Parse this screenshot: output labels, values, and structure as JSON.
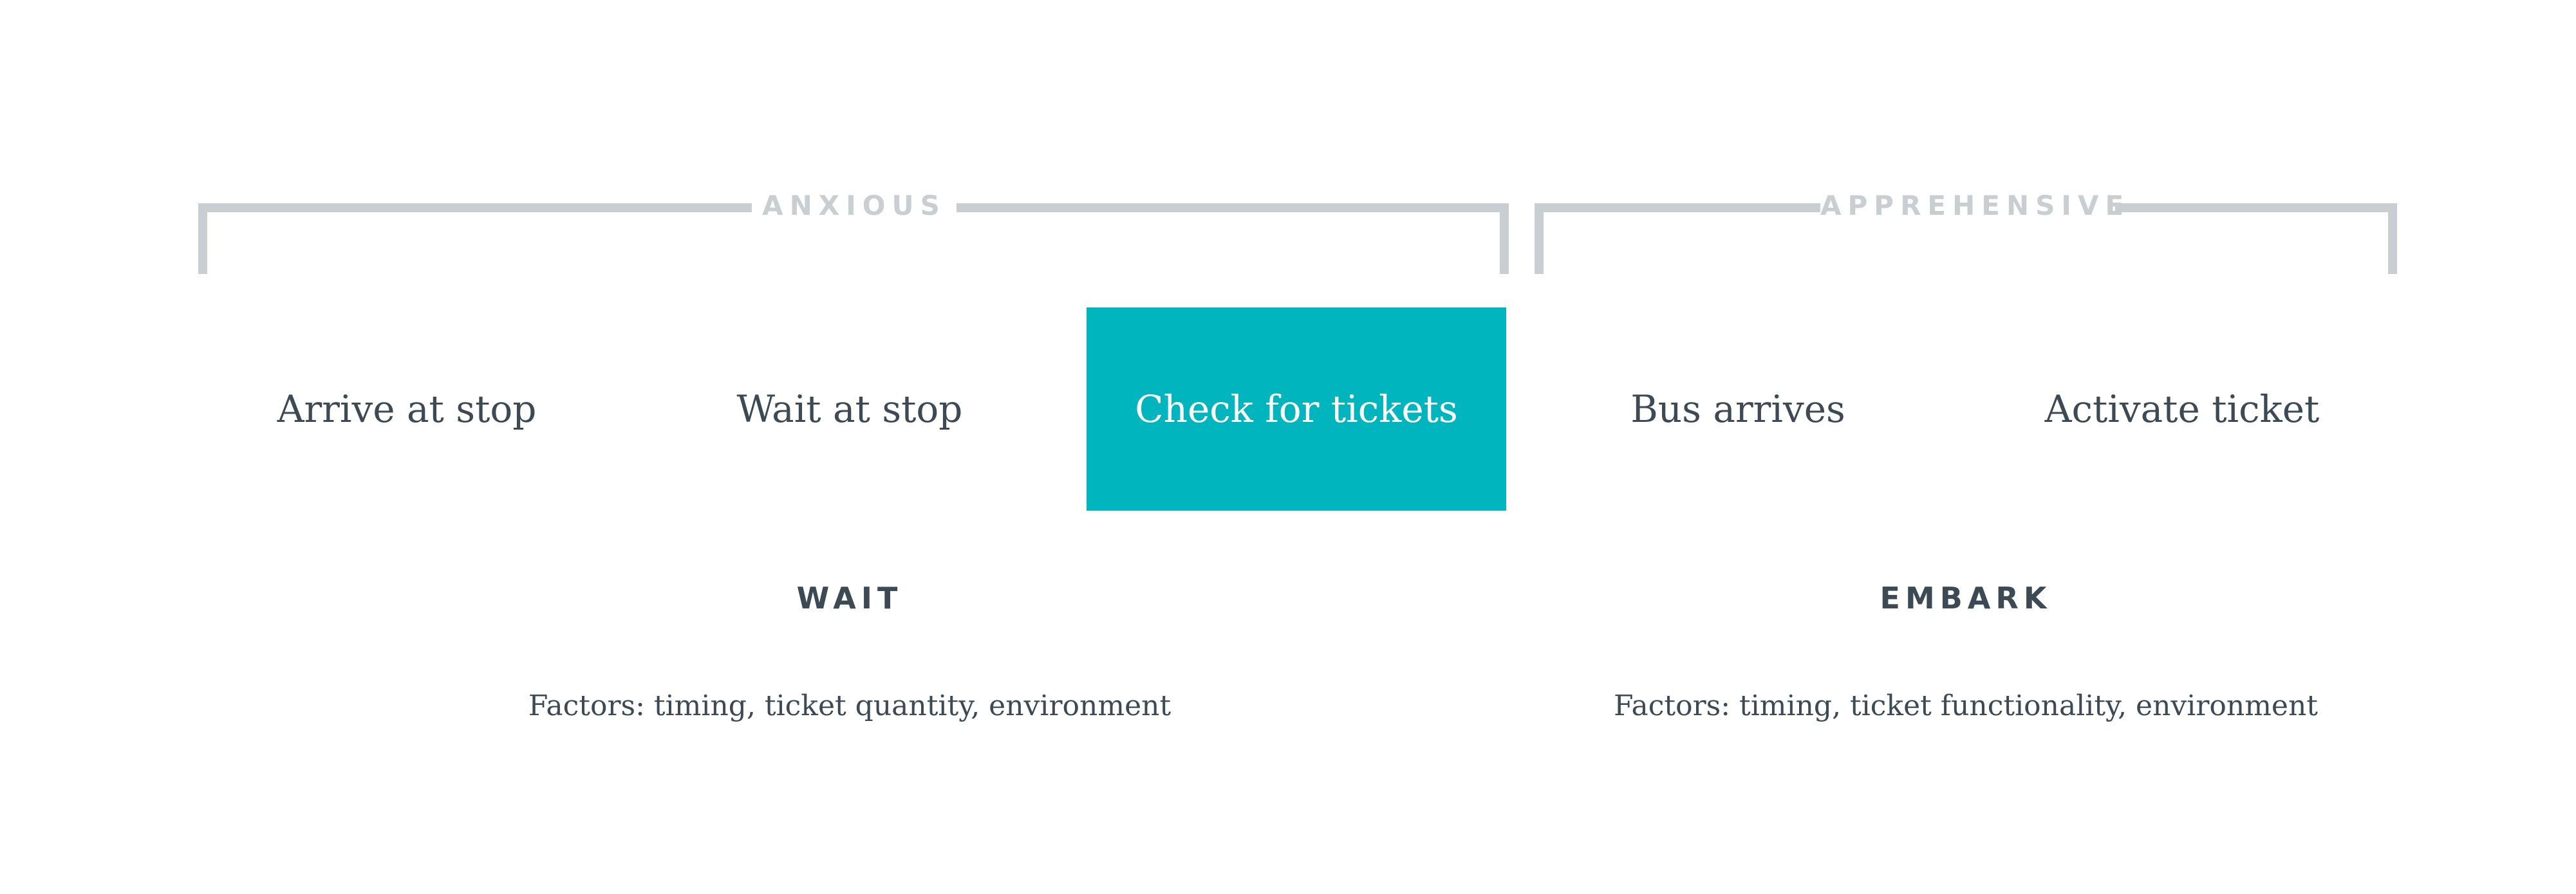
{
  "phases": [
    {
      "label": "ANXIOUS"
    },
    {
      "label": "APPREHENSIVE"
    }
  ],
  "steps": [
    {
      "label": "Arrive at stop",
      "active": false
    },
    {
      "label": "Wait at stop",
      "active": false
    },
    {
      "label": "Check for tickets",
      "active": true
    },
    {
      "label": "Bus arrives",
      "active": false
    },
    {
      "label": "Activate ticket",
      "active": false
    }
  ],
  "stages": [
    {
      "title": "WAIT",
      "factors": "Factors: timing, ticket quantity, environment"
    },
    {
      "title": "EMBARK",
      "factors": "Factors: timing, ticket functionality, environment"
    }
  ],
  "colors": {
    "accent": "#00b5bd",
    "bracket": "#c9ced3",
    "text": "#3c4a55"
  }
}
